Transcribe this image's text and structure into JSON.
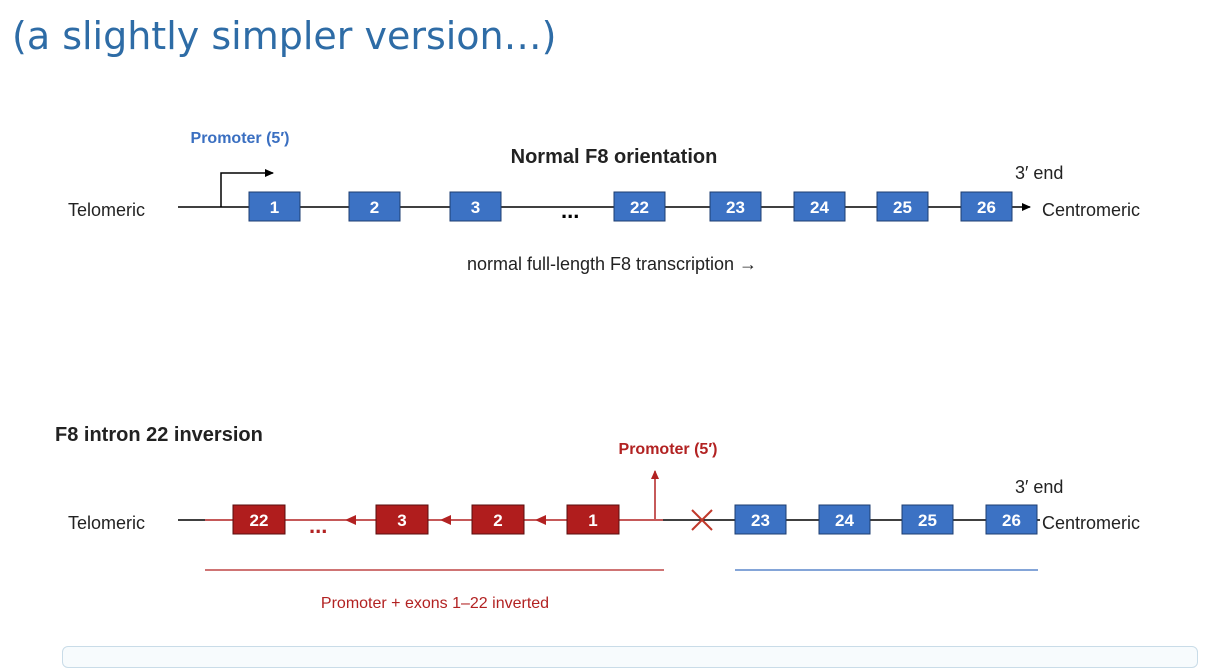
{
  "slide": {
    "title": "(a slightly simpler version…)"
  },
  "normal": {
    "heading": "Normal F8 orientation",
    "left_label": "Telomeric",
    "right_label": "Centromeric",
    "promoter_label": "Promoter (5′)",
    "three_prime_label": "3′ end",
    "ellipsis": "...",
    "caption": "normal full-length F8 transcription →",
    "exons": [
      "1",
      "2",
      "3",
      "22",
      "23",
      "24",
      "25",
      "26"
    ]
  },
  "inversion": {
    "heading": "F8 intron 22 inversion",
    "left_label": "Telomeric",
    "right_label": "Centromeric",
    "promoter_label": "Promoter (5′)",
    "three_prime_label": "3′ end",
    "ellipsis": "...",
    "caption": "Promoter + exons 1–22 inverted",
    "inverted_exons": [
      "22",
      "3",
      "2",
      "1"
    ],
    "normal_exons": [
      "23",
      "24",
      "25",
      "26"
    ]
  },
  "colors": {
    "blue_exon": "#3c72c4",
    "red_exon": "#b01d1d",
    "title_blue": "#2e6ca6",
    "promoter_blue": "#3a6fc1",
    "red_text": "#b22222"
  }
}
